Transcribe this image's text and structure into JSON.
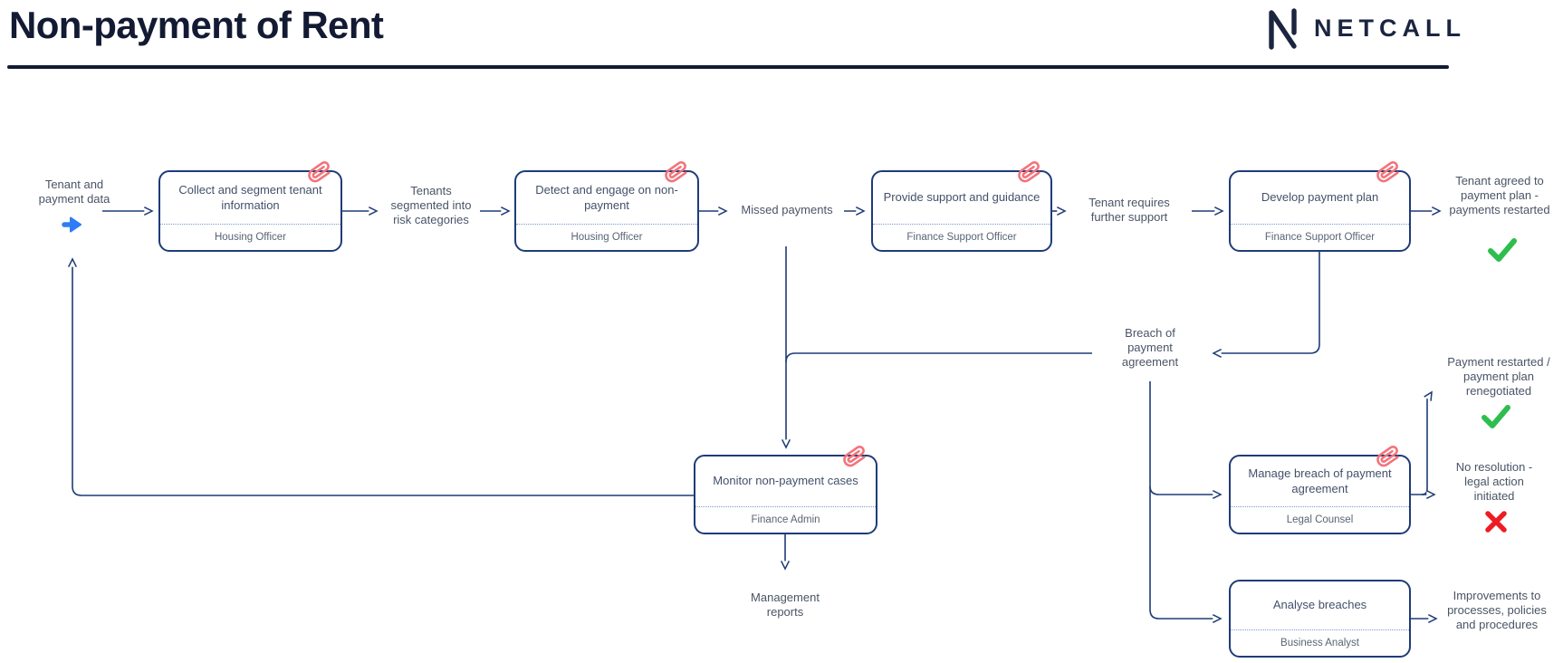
{
  "header": {
    "title": "Non-payment of Rent",
    "brand": "NETCALL"
  },
  "nodes": {
    "collect": {
      "title": "Collect and segment tenant information",
      "role": "Housing Officer",
      "attachment": true
    },
    "detect": {
      "title": "Detect and engage on non-payment",
      "role": "Housing Officer",
      "attachment": true
    },
    "provide": {
      "title": "Provide support and guidance",
      "role": "Finance Support Officer",
      "attachment": true
    },
    "develop": {
      "title": "Develop payment plan",
      "role": "Finance Support Officer",
      "attachment": true
    },
    "monitor": {
      "title": "Monitor non-payment cases",
      "role": "Finance Admin",
      "attachment": true
    },
    "manage": {
      "title": "Manage breach of payment agreement",
      "role": "Legal Counsel",
      "attachment": true
    },
    "analyse": {
      "title": "Analyse breaches",
      "role": "Business Analyst",
      "attachment": false
    }
  },
  "labels": {
    "start": "Tenant and payment data",
    "segmented": "Tenants segmented into risk categories",
    "missed": "Missed payments",
    "requires": "Tenant requires further support",
    "agreed": "Tenant agreed to payment plan - payments restarted",
    "breach": "Breach of payment agreement",
    "restarted": "Payment restarted / payment plan renegotiated",
    "no_resolution": "No resolution - legal action initiated",
    "management": "Management reports",
    "improvements": "Improvements to processes, policies and procedures"
  },
  "icons": {
    "start_arrow": "blue-right-arrow",
    "attachment": "paperclip",
    "success": "green-check",
    "failure": "red-cross"
  },
  "colors": {
    "ink": "#131a33",
    "navy_line": "#1e3c78",
    "label_text": "#4a5466",
    "role_text": "#5a6474",
    "start_blue": "#2e7df6",
    "success_green": "#2dbe4e",
    "failure_red": "#ed1c24",
    "paperclip_salmon": "#f3737b"
  }
}
